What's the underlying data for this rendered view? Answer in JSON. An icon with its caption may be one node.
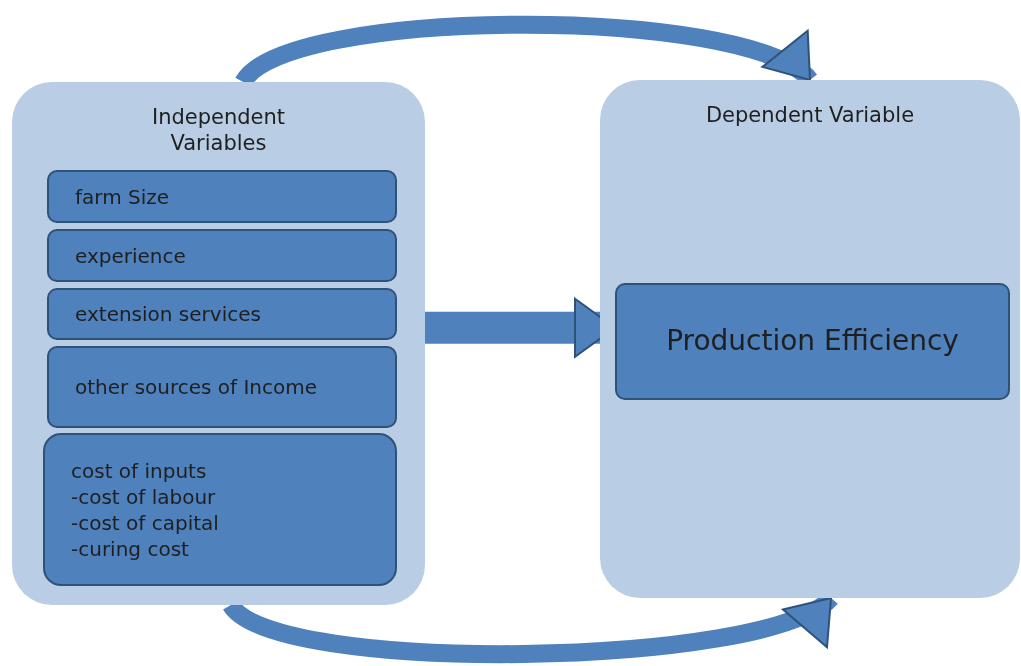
{
  "diagram": {
    "nodes": [
      {
        "text": [
          "Independent Variables"
        ]
      },
      {
        "text": [
          "farm Size"
        ],
        "in": 0
      },
      {
        "text": [
          "experience"
        ],
        "in": 0
      },
      {
        "text": [
          "extension services"
        ],
        "in": 0
      },
      {
        "text": [
          "other sources of Income"
        ],
        "in": 0
      },
      {
        "text": [
          "cost of inputs",
          "-cost of labour",
          "-cost of capital",
          "-curing cost"
        ],
        "in": 0
      },
      {
        "text": [
          "Dependent Variable"
        ]
      },
      {
        "text": [
          "Production Efficiency"
        ],
        "in": 6
      }
    ],
    "edges": [
      {
        "from": 0,
        "to": 6,
        "arrow": "to"
      },
      {
        "from": 0,
        "to": 7,
        "arrow": "to"
      },
      {
        "from": 0,
        "to": 6,
        "arrow": "to"
      }
    ]
  }
}
